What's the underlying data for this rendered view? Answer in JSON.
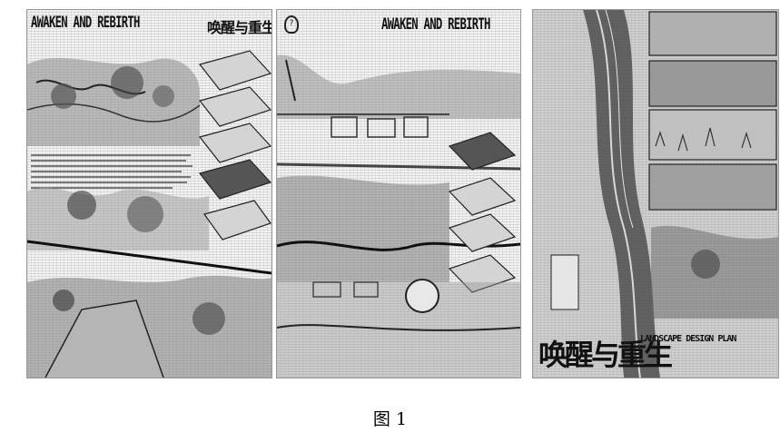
{
  "figure": {
    "caption": "图 1",
    "panels": [
      {
        "title_en": "AWAKEN AND REBIRTH",
        "title_cn": "唤醒与重生"
      },
      {
        "title_en": "AWAKEN AND REBIRTH",
        "mark": "?"
      },
      {
        "title_cn": "唤醒与重生",
        "title_en_small": "LANDSCAPE DESIGN PLAN"
      }
    ]
  }
}
